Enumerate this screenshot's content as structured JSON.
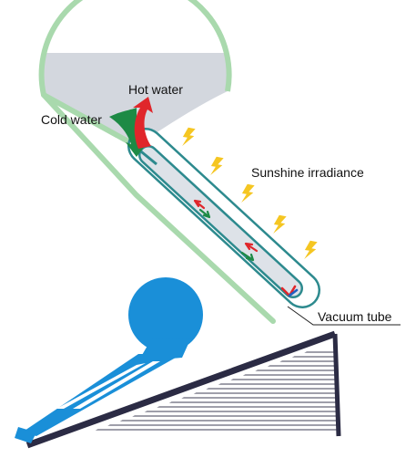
{
  "labels": {
    "hot_water": "Hot water",
    "cold_water": "Cold water",
    "sunshine": "Sunshine irradiance",
    "vacuum_tube": "Vacuum tube"
  },
  "colors": {
    "tank_outline": "#a9d9ad",
    "tank_water": "#d3d7de",
    "tube_outline": "#2d8a8e",
    "tube_inner": "#dde2e8",
    "hot_arrow": "#e0262b",
    "cold_arrow": "#1d8a45",
    "sun_bolt": "#f5c622",
    "roof_dark": "#2b2b44",
    "roof_lines": "#3f3f55",
    "heater_blue": "#1a8fd8"
  },
  "icons": [
    "sun-ray-icon",
    "hot-water-arrow-icon",
    "cold-water-arrow-icon",
    "flow-arrow-icon"
  ]
}
